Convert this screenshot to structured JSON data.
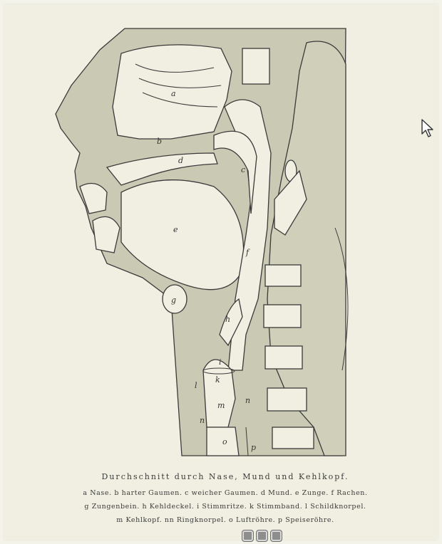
{
  "caption": {
    "title": "Durchschnitt durch Nase, Mund und Kehlkopf.",
    "line1": "a Nase. b harter Gaumen. c weicher Gaumen. d Mund. e Zunge. f Rachen.",
    "line2": "g Zungenbein. h Kehldeckel. i Stimmritze. k Stimmband. l Schildknorpel.",
    "line3": "m Kehlkopf. nn Ringknorpel. o Luftröhre. p Speiseröhre."
  },
  "labels": {
    "a": "a",
    "b": "b",
    "d": "d",
    "c": "c",
    "e": "e",
    "f": "f",
    "g": "g",
    "h": "h",
    "i": "i",
    "k": "k",
    "l": "l",
    "m": "m",
    "n1": "n",
    "n2": "n",
    "o": "o",
    "p": "p"
  },
  "pager": {
    "count": 3
  },
  "icons": {
    "cursor": "mouse-pointer-icon"
  },
  "colors": {
    "paper": "#f1efe2",
    "tissue": "#c9c9b4",
    "ink": "#3a3a3a"
  }
}
